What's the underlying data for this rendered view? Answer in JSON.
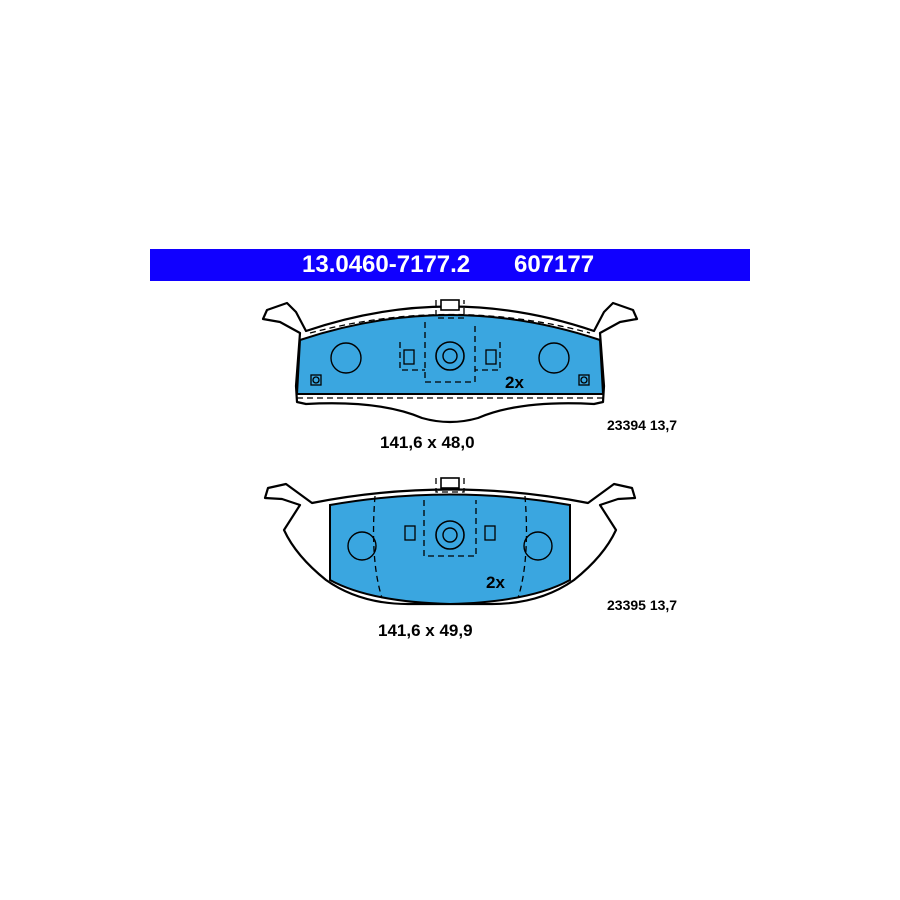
{
  "header": {
    "part_number": "13.0460-7177.2",
    "article_number": "607177",
    "background_color": "#1000ff"
  },
  "pads": [
    {
      "dimensions": "141,6 x 48,0",
      "code": "23394 13,7",
      "quantity": "2x"
    },
    {
      "dimensions": "141,6 x 49,9",
      "code": "23395 13,7",
      "quantity": "2x"
    }
  ],
  "colors": {
    "friction_material": "#3aa6e0",
    "outline": "#000000"
  }
}
